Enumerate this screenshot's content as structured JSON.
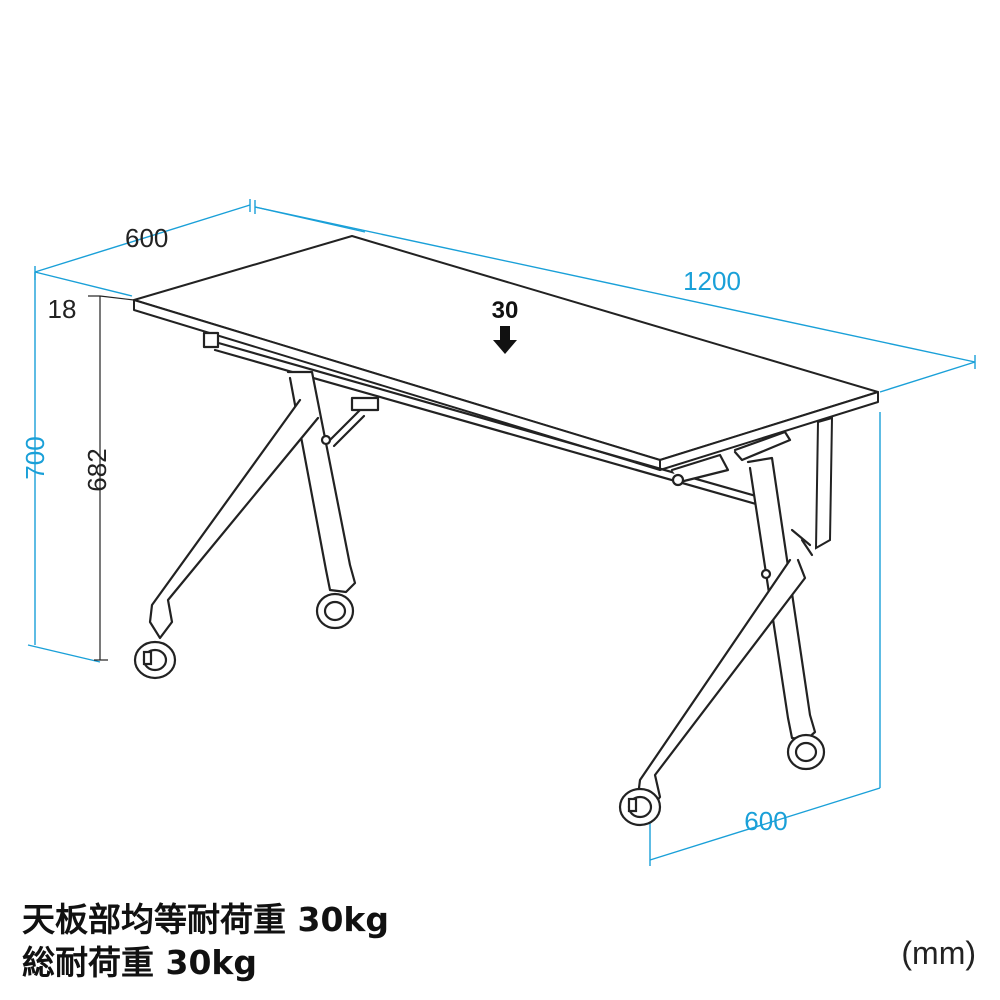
{
  "dimensions": {
    "depth_top": "600",
    "width": "1200",
    "top_thickness": "18",
    "total_height": "700",
    "leg_height": "682",
    "depth_base": "600"
  },
  "load": {
    "value": "30"
  },
  "specs": {
    "line1": "天板部均等耐荷重 30kg",
    "line2": "総耐荷重 30kg"
  },
  "unit_label": "(mm)",
  "colors": {
    "dimension": "#1aa0d8",
    "outline": "#222222"
  }
}
